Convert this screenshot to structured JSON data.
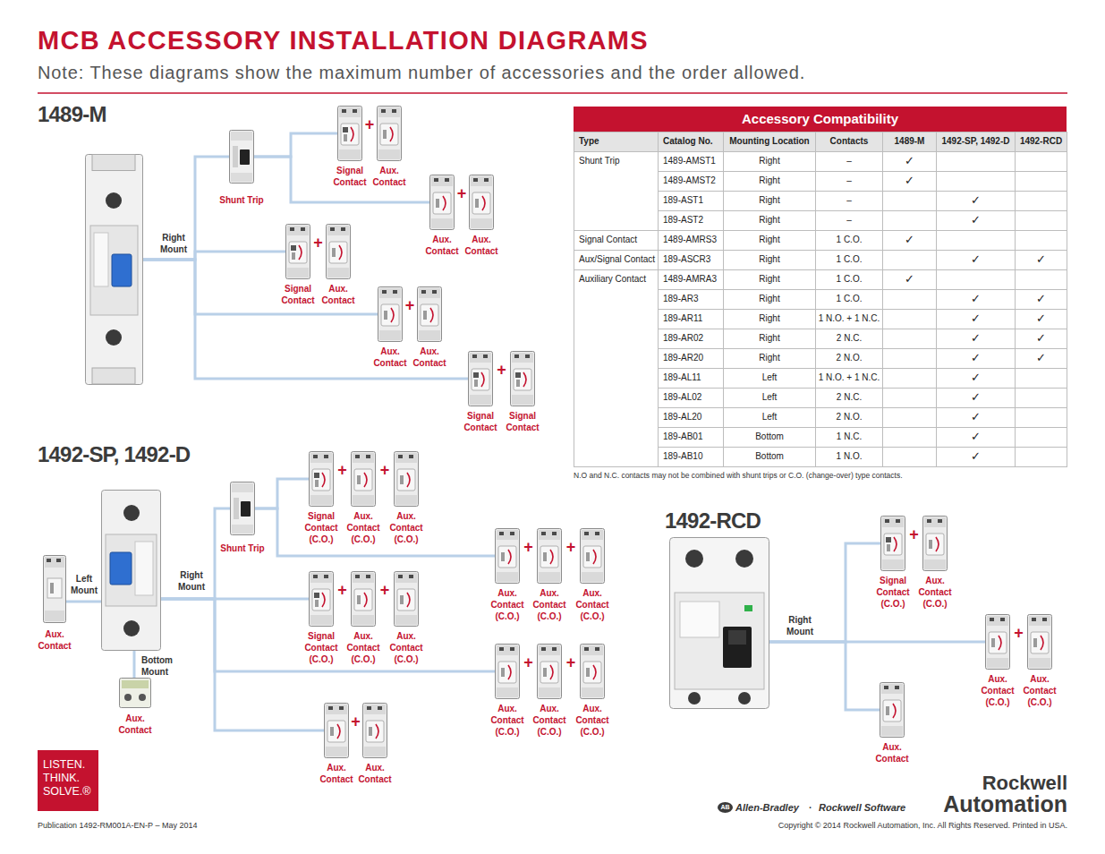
{
  "diagram": {
    "title": "MCB ACCESSORY INSTALLATION DIAGRAMS",
    "caption": "Note: These diagrams show the maximum number of accessories and the order allowed.",
    "nodes": [
      {
        "text": [
          "1489-M"
        ]
      },
      {
        "text": [
          "Shunt Trip"
        ]
      },
      {
        "text": [
          "Signal Contact"
        ]
      },
      {
        "text": [
          "Aux. Contact"
        ]
      },
      {
        "text": [
          "Aux. Contact"
        ]
      },
      {
        "text": [
          "Aux. Contact"
        ]
      },
      {
        "text": [
          "Signal Contact"
        ]
      },
      {
        "text": [
          "Aux. Contact"
        ]
      },
      {
        "text": [
          "Aux. Contact"
        ]
      },
      {
        "text": [
          "Aux. Contact"
        ]
      },
      {
        "text": [
          "Signal Contact"
        ]
      },
      {
        "text": [
          "Signal Contact"
        ]
      },
      {
        "text": [
          "1492-SP, 1492-D"
        ]
      },
      {
        "text": [
          "Aux. Contact"
        ]
      },
      {
        "text": [
          "Aux. Contact"
        ]
      },
      {
        "text": [
          "Shunt Trip"
        ]
      },
      {
        "text": [
          "Signal Contact (C.O.)"
        ]
      },
      {
        "text": [
          "Aux. Contact (C.O.)"
        ]
      },
      {
        "text": [
          "Aux. Contact (C.O.)"
        ]
      },
      {
        "text": [
          "Aux. Contact (C.O.)"
        ]
      },
      {
        "text": [
          "Aux. Contact (C.O.)"
        ]
      },
      {
        "text": [
          "Aux. Contact (C.O.)"
        ]
      },
      {
        "text": [
          "Signal Contact (C.O.)"
        ]
      },
      {
        "text": [
          "Aux. Contact (C.O.)"
        ]
      },
      {
        "text": [
          "Aux. Contact (C.O.)"
        ]
      },
      {
        "text": [
          "Aux. Contact (C.O.)"
        ]
      },
      {
        "text": [
          "Aux. Contact (C.O.)"
        ]
      },
      {
        "text": [
          "Aux. Contact (C.O.)"
        ]
      },
      {
        "text": [
          "Aux. Contact"
        ]
      },
      {
        "text": [
          "Aux. Contact"
        ]
      },
      {
        "text": [
          "1492-RCD"
        ]
      },
      {
        "text": [
          "Signal Contact (C.O.)"
        ]
      },
      {
        "text": [
          "Aux. Contact (C.O.)"
        ]
      },
      {
        "text": [
          "Aux. Contact (C.O.)"
        ]
      },
      {
        "text": [
          "Aux. Contact (C.O.)"
        ]
      },
      {
        "text": [
          "Aux. Contact"
        ]
      },
      {
        "text": [
          "LISTEN. THINK. SOLVE.®"
        ]
      },
      {
        "text": [
          "AB"
        ]
      }
    ],
    "edges": [
      {
        "from": 0,
        "to": 1,
        "arrow": "none"
      },
      {
        "from": 1,
        "to": 2,
        "arrow": "none"
      },
      {
        "from": 1,
        "to": 4,
        "arrow": "none"
      },
      {
        "from": 0,
        "to": 6,
        "arrow": "none"
      },
      {
        "from": 0,
        "to": 8,
        "arrow": "none"
      },
      {
        "from": 0,
        "to": 10,
        "arrow": "none"
      },
      {
        "from": 12,
        "to": 13,
        "arrow": "none"
      },
      {
        "from": 12,
        "to": 14,
        "arrow": "none"
      },
      {
        "from": 12,
        "to": 15,
        "arrow": "none"
      },
      {
        "from": 15,
        "to": 16,
        "arrow": "none"
      },
      {
        "from": 15,
        "to": 19,
        "arrow": "none"
      },
      {
        "from": 12,
        "to": 22,
        "arrow": "none"
      },
      {
        "from": 12,
        "to": 25,
        "arrow": "none"
      },
      {
        "from": 12,
        "to": 28,
        "arrow": "none"
      },
      {
        "from": 30,
        "to": 31,
        "arrow": "none"
      },
      {
        "from": 30,
        "to": 33,
        "arrow": "none"
      },
      {
        "from": 30,
        "to": 35,
        "arrow": "none"
      }
    ],
    "labels": [
      "Right Mount",
      "+",
      "+",
      "+",
      "+",
      "+",
      "Left Mount",
      "Right Mount",
      "Bottom Mount",
      "+",
      "+",
      "+",
      "+",
      "+",
      "+",
      "+",
      "+",
      "+",
      "Right Mount",
      "+",
      "+",
      "Accessory Compatibility",
      "Type",
      "Catalog No.",
      "Mounting Location",
      "Contacts",
      "1489-M",
      "1492-SP, 1492-D",
      "1492-RCD",
      "Shunt Trip",
      "1489-AMST1",
      "Right",
      "–",
      "✓",
      "1489-AMST2",
      "Right",
      "–",
      "✓",
      "189-AST1",
      "Right",
      "–",
      "✓",
      "189-AST2",
      "Right",
      "–",
      "✓",
      "Signal Contact",
      "1489-AMRS3",
      "Right",
      "1 C.O.",
      "✓",
      "Aux/Signal Contact",
      "189-ASCR3",
      "Right",
      "1 C.O.",
      "✓",
      "✓",
      "Auxiliary Contact",
      "1489-AMRA3",
      "Right",
      "1 C.O.",
      "✓",
      "189-AR3",
      "Right",
      "1 C.O.",
      "✓",
      "✓",
      "189-AR11",
      "Right",
      "1 N.O. + 1 N.C.",
      "✓",
      "✓",
      "189-AR02",
      "Right",
      "2 N.C.",
      "✓",
      "✓",
      "189-AR20",
      "Right",
      "2 N.O.",
      "✓",
      "✓",
      "189-AL11",
      "Left",
      "1 N.O. + 1 N.C.",
      "✓",
      "189-AL02",
      "Left",
      "2 N.C.",
      "✓",
      "189-AL20",
      "Left",
      "2 N.O.",
      "✓",
      "189-AB01",
      "Bottom",
      "1 N.C.",
      "✓",
      "189-AB10",
      "Bottom",
      "1 N.O.",
      "✓",
      "N.O and N.C. contacts may not be combined with shunt trips or C.O. (change-over) type contacts.",
      "Publication 1492-RM001A-EN-P – May 2014",
      "Allen-Bradley",
      "·",
      "Rockwell Software",
      "Rockwell",
      "Automation",
      "Copyright © 2014 Rockwell Automation, Inc. All Rights Reserved. Printed in USA."
    ]
  }
}
